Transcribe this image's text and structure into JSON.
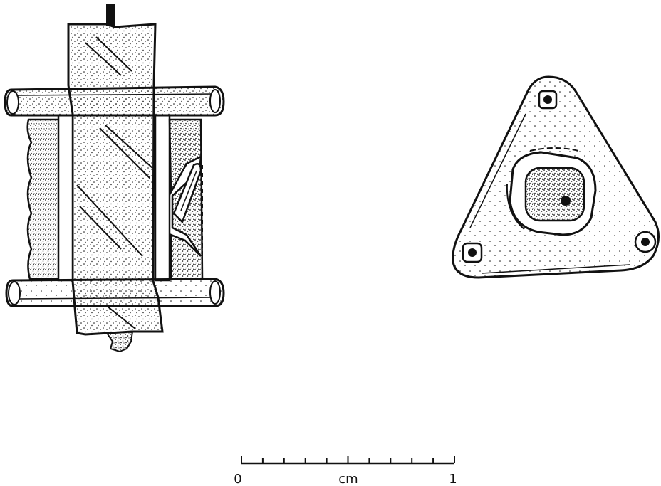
{
  "figure": {
    "ink_color": "#111111",
    "paper_color": "#ffffff",
    "objects": [
      {
        "id": "spindle-side-view"
      },
      {
        "id": "triangular-plate-top-view"
      }
    ],
    "scale_bar": {
      "start_label": "0",
      "unit_label": "cm",
      "end_label": "1"
    }
  }
}
